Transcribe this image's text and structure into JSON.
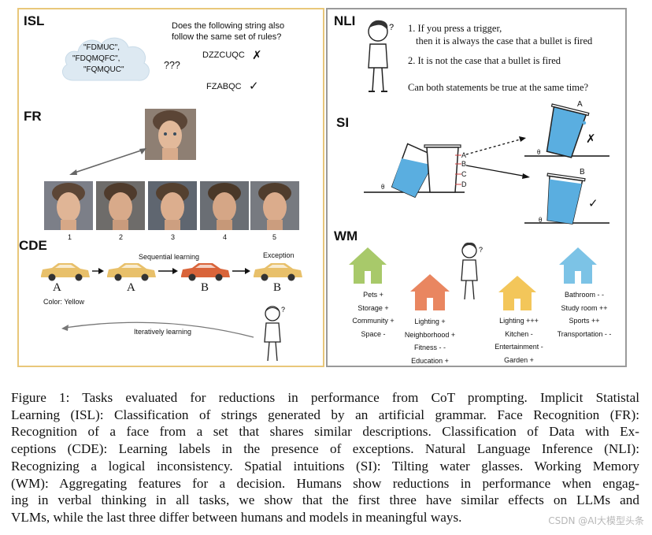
{
  "isl": {
    "tag": "ISL",
    "cloud_strings": [
      "\"FDMUC\",",
      "\"FDQMQFC\",",
      "\"FQMQUC\""
    ],
    "question_marks": "???",
    "question_line1": "Does the following string also",
    "question_line2": "follow the same set of rules?",
    "example_bad": "DZZCUQC",
    "bad_mark": "✗",
    "example_good": "FZABQC",
    "good_mark": "✓"
  },
  "fr": {
    "tag": "FR",
    "numbers": [
      "1",
      "2",
      "3",
      "4",
      "5"
    ]
  },
  "cde": {
    "tag": "CDE",
    "sequential_label": "Sequential learning",
    "exception_label": "Exception",
    "car_labels": [
      "A",
      "A",
      "B",
      "B"
    ],
    "color_label": "Color: Yellow",
    "iterative_label": "Iteratively learning",
    "car_colors": [
      "#e8c06a",
      "#e8c06a",
      "#d9643a",
      "#e8c06a"
    ]
  },
  "nli": {
    "tag": "NLI",
    "statement1_line1": "1. If you press a trigger,",
    "statement1_line2": "then it is always  the case that a bullet is fired",
    "statement2": "2. It is not the case that a bullet is fired",
    "question": "Can both statements be true at the same time?"
  },
  "si": {
    "tag": "SI",
    "scale_labels": [
      "A",
      "B",
      "C",
      "D"
    ],
    "theta": "θ",
    "result_a_label": "A",
    "result_b_label": "B",
    "result_a_mark": "✗",
    "result_b_mark": "✓",
    "water_color": "#5aaee0"
  },
  "wm": {
    "tag": "WM",
    "house1": {
      "color": "#a8c96a",
      "features": [
        "Pets +",
        "Storage +",
        "Community +",
        "Space -"
      ]
    },
    "house2": {
      "color": "#e98660",
      "features": [
        "Lighting +",
        "Neighborhood +",
        "Fitness - -",
        "Education +"
      ]
    },
    "house3": {
      "color": "#f3c65a",
      "features": [
        "Lighting +++",
        "Kitchen -",
        "Entertainment -",
        "Garden +"
      ]
    },
    "house4": {
      "color": "#7cc3e6",
      "features": [
        "Bathroom - -",
        "Study room ++",
        "Sports ++",
        "Transportation - -"
      ]
    }
  },
  "caption": {
    "lines": [
      "Figure 1:  Tasks evaluated for reductions in performance from CoT prompting.  Implicit Statistal",
      "Learning (ISL): Classification of strings generated by an artificial grammar. Face Recognition (FR):",
      "Recognition of a face from a set that shares similar descriptions.  Classification of Data with Ex-",
      "ceptions (CDE): Learning labels in the presence of exceptions. Natural Language Inference (NLI):",
      "Recognizing a logical inconsistency. Spatial intuitions (SI): Tilting water glasses. Working Memory",
      "(WM): Aggregating features for a decision. Humans show reductions in performance when engag-",
      "ing in verbal thinking in all tasks, we show that the first three have similar effects on LLMs and",
      "VLMs, while the last three differ between humans and models in meaningful ways."
    ]
  },
  "watermark": "CSDN @AI大模型头条"
}
